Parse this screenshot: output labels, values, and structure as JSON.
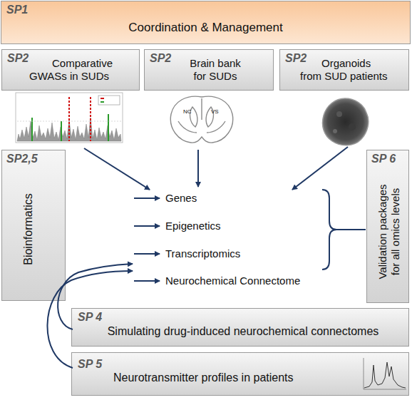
{
  "diagram": {
    "nodes": [
      {
        "text": [
          "SP1",
          "Coordination & Management"
        ]
      },
      {
        "text": [
          "SP2",
          "Comparative GWASs in SUDs"
        ]
      },
      {
        "text": [
          "SP2",
          "Brain bank for SUDs"
        ]
      },
      {
        "text": [
          "SP2",
          "Organoids from SUD patients"
        ]
      },
      {
        "text": [
          "SP2,5",
          "Bioinformatics"
        ]
      },
      {
        "text": [
          "SP 6",
          "Validation packages for all omics levels"
        ]
      },
      {
        "text": [
          "SP 4",
          "Simulating drug-induced neurochemical connectomes"
        ]
      },
      {
        "text": [
          "SP 5",
          "Neurotransmitter profiles in patients"
        ]
      }
    ],
    "labels": [
      "Genes",
      "Epigenetics",
      "Transcriptomics",
      "Neurochemical Connectome",
      "NC",
      "VS"
    ]
  }
}
